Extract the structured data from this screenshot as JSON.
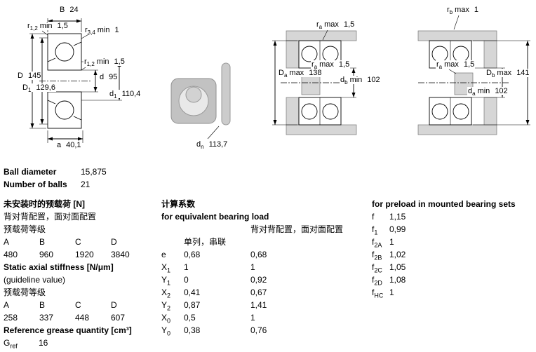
{
  "colors": {
    "drawing_fill": "#d6d6d6"
  },
  "drawings": {
    "front_section": {
      "labels": {
        "B": {
          "pre": "B",
          "sub": "",
          "post": "",
          "value": "24"
        },
        "r12_top": {
          "pre": "r",
          "sub": "1,2",
          "post": "min",
          "value": "1,5"
        },
        "r34": {
          "pre": "r",
          "sub": "3,4",
          "post": "min",
          "value": "1"
        },
        "r12_inner": {
          "pre": "r",
          "sub": "1,2",
          "post": "min",
          "value": "1,5"
        },
        "D": {
          "pre": "D",
          "sub": "",
          "post": "",
          "value": "145"
        },
        "D1": {
          "pre": "D",
          "sub": "1",
          "post": "",
          "value": "129,6"
        },
        "d": {
          "pre": "d",
          "sub": "",
          "post": "",
          "value": "95"
        },
        "d1": {
          "pre": "d",
          "sub": "1",
          "post": "",
          "value": "110,4"
        },
        "a": {
          "pre": "a",
          "sub": "",
          "post": "",
          "value": "40,1"
        }
      }
    },
    "photo": {
      "labels": {
        "dn": {
          "pre": "d",
          "sub": "n",
          "post": "",
          "value": "113,7"
        }
      }
    },
    "mount_left": {
      "labels": {
        "ra_top": {
          "pre": "r",
          "sub": "a",
          "post": "max",
          "value": "1,5"
        },
        "Da": {
          "pre": "D",
          "sub": "a",
          "post": "max",
          "value": "138"
        },
        "ra_mid": {
          "pre": "r",
          "sub": "a",
          "post": "max",
          "value": "1,5"
        },
        "db": {
          "pre": "d",
          "sub": "b",
          "post": "min",
          "value": "102"
        }
      }
    },
    "mount_right": {
      "labels": {
        "rb_top": {
          "pre": "r",
          "sub": "b",
          "post": "max",
          "value": "1"
        },
        "ra_mid": {
          "pre": "r",
          "sub": "a",
          "post": "max",
          "value": "1,5"
        },
        "Db": {
          "pre": "D",
          "sub": "b",
          "post": "max",
          "value": "141"
        },
        "da": {
          "pre": "d",
          "sub": "a",
          "post": "min",
          "value": "102"
        }
      }
    }
  },
  "info": {
    "rows": [
      {
        "label": "Ball diameter",
        "value": "15,875"
      },
      {
        "label": "Number of balls",
        "value": "21"
      }
    ]
  },
  "left": {
    "preload": {
      "title": "未安装时的预载荷 [N]",
      "line1": "背对背配置，面对面配置",
      "line2": "预载荷等级",
      "headers": [
        "A",
        "B",
        "C",
        "D"
      ],
      "values": [
        "480",
        "960",
        "1920",
        "3840"
      ]
    },
    "stiffness": {
      "title": "Static axial stiffness [N/μm]",
      "line1": "(guideline value)",
      "line2": "预载荷等级",
      "headers": [
        "A",
        "B",
        "C",
        "D"
      ],
      "values": [
        "258",
        "337",
        "448",
        "607"
      ]
    },
    "grease": {
      "title": "Reference grease quantity [cm³]",
      "row": {
        "pre": "G",
        "sub": "ref",
        "value": "16"
      }
    }
  },
  "factors": {
    "title": "计算系数",
    "subtitle": "for equivalent bearing load",
    "col2_header": "背对背配置，面对面配置",
    "col1_header": "单列，串联",
    "rows": [
      {
        "pre": "e",
        "sub": "",
        "v1": "0,68",
        "v2": "0,68"
      },
      {
        "pre": "X",
        "sub": "1",
        "v1": "1",
        "v2": "1"
      },
      {
        "pre": "Y",
        "sub": "1",
        "v1": "0",
        "v2": "0,92"
      },
      {
        "pre": "X",
        "sub": "2",
        "v1": "0,41",
        "v2": "0,67"
      },
      {
        "pre": "Y",
        "sub": "2",
        "v1": "0,87",
        "v2": "1,41"
      },
      {
        "pre": "X",
        "sub": "0",
        "v1": "0,5",
        "v2": "1"
      },
      {
        "pre": "Y",
        "sub": "0",
        "v1": "0,38",
        "v2": "0,76"
      }
    ]
  },
  "preload_factors": {
    "title": "for preload in mounted bearing sets",
    "rows": [
      {
        "pre": "f",
        "sub": "",
        "value": "1,15"
      },
      {
        "pre": "f",
        "sub": "1",
        "value": "0,99"
      },
      {
        "pre": "f",
        "sub": "2A",
        "value": "1"
      },
      {
        "pre": "f",
        "sub": "2B",
        "value": "1,02"
      },
      {
        "pre": "f",
        "sub": "2C",
        "value": "1,05"
      },
      {
        "pre": "f",
        "sub": "2D",
        "value": "1,08"
      },
      {
        "pre": "f",
        "sub": "HC",
        "value": "1"
      }
    ]
  }
}
